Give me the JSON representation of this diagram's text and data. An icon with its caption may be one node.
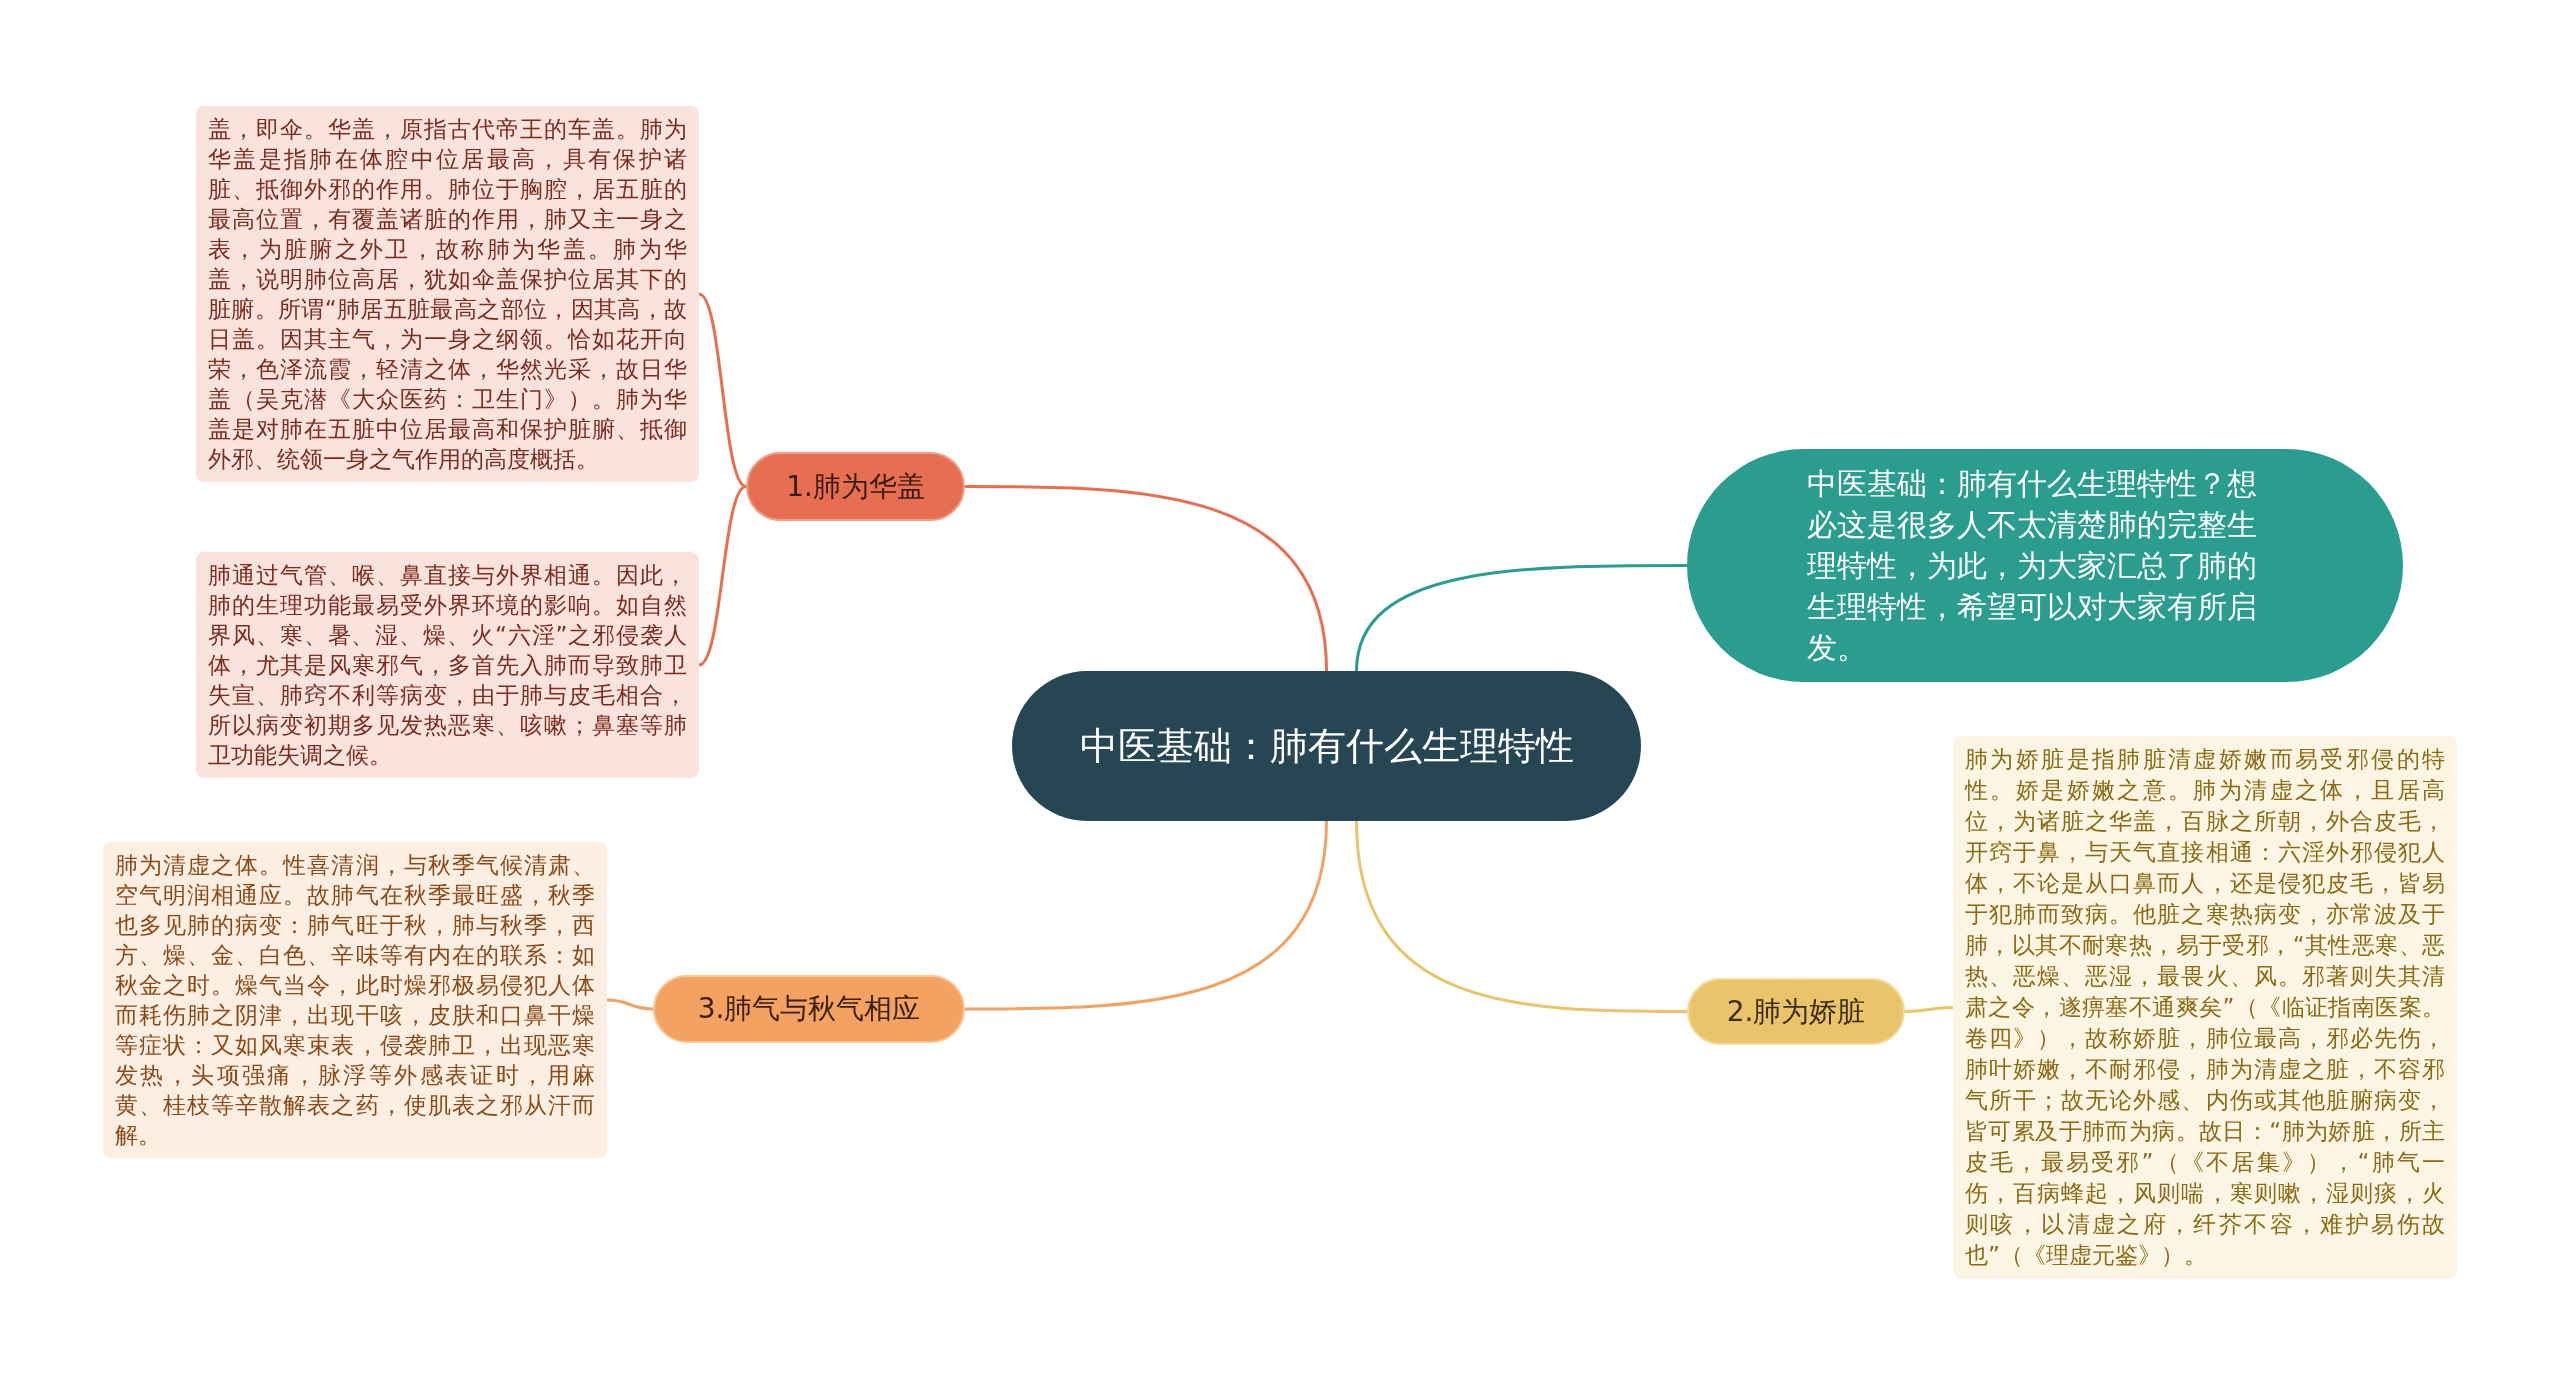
{
  "diagram": {
    "nodes": [
      {
        "text": [
          "中医基础：肺有什么生理特性"
        ]
      },
      {
        "text": [
          "1.肺为华盖"
        ]
      },
      {
        "text": [
          "盖，即伞。华盖，原指古代帝王的车盖。肺为华盖是指肺在体腔中位居最高，具有保护诸脏、抵御外邪的作用。肺位于胸腔，居五脏的最高位置，有覆盖诸脏的作用，肺又主一身之表，为脏腑之外卫，故称肺为华盖。肺为华盖，说明肺位高居，犹如伞盖保护位居其下的脏腑。所谓“肺居五脏最高之部位，因其高，故日盖。因其主气，为一身之纲领。恰如花开向荣，色泽流霞，轻清之体，华然光采，故日华盖（吴克潜《大众医药：卫生门》）。肺为华盖是对肺在五脏中位居最高和保护脏腑、抵御外邪、统领一身之气作用的高度概括。"
        ]
      },
      {
        "text": [
          "肺通过气管、喉、鼻直接与外界相通。因此，肺的生理功能最易受外界环境的影响。如自然界风、寒、暑、湿、燥、火“六淫”之邪侵袭人体，尤其是风寒邪气，多首先入肺而导致肺卫失宣、肺窍不利等病变，由于肺与皮毛相合，所以病变初期多见发热恶寒、咳嗽；鼻塞等肺卫功能失调之候。"
        ]
      },
      {
        "text": [
          "中医基础：肺有什么生理特性？想必这是很多人不太清楚肺的完整生理特性，为此，为大家汇总了肺的生理特性，希望可以对大家有所启发。"
        ]
      },
      {
        "text": [
          "2.肺为娇脏"
        ]
      },
      {
        "text": [
          "肺为娇脏是指肺脏清虚娇嫩而易受邪侵的特性。娇是娇嫩之意。肺为清虚之体，且居高位，为诸脏之华盖，百脉之所朝，外合皮毛，开窍于鼻，与天气直接相通：六淫外邪侵犯人体，不论是从口鼻而人，还是侵犯皮毛，皆易于犯肺而致病。他脏之寒热病变，亦常波及于肺，以其不耐寒热，易于受邪，“其性恶寒、恶热、恶燥、恶湿，最畏火、风。邪著则失其清肃之令，遂痹塞不通爽矣”（《临证指南医案。卷四》），故称娇脏，肺位最高，邪必先伤，肺叶娇嫩，不耐邪侵，肺为清虚之脏，不容邪气所干；故无论外感、内伤或其他脏腑病变，皆可累及于肺而为病。故日：“肺为娇脏，所主皮毛，最易受邪”（《不居集》），“肺气一伤，百病蜂起，风则喘，寒则嗽，湿则痰，火则咳，以清虚之府，纤芥不容，难护易伤故也”（《理虚元鉴》）。"
        ]
      },
      {
        "text": [
          "3.肺气与秋气相应"
        ]
      },
      {
        "text": [
          "肺为清虚之体。性喜清润，与秋季气候清肃、空气明润相通应。故肺气在秋季最旺盛，秋季也多见肺的病变：肺气旺于秋，肺与秋季，西方、燥、金、白色、辛味等有内在的联系：如秋金之时。燥气当令，此时燥邪极易侵犯人体而耗伤肺之阴津，出现干咳，皮肤和口鼻干燥等症状：又如风寒束表，侵袭肺卫，出现恶寒发热，头项强痛，脉浮等外感表证时，用麻黄、桂枝等辛散解表之药，使肌表之邪从汗而解。"
        ]
      }
    ],
    "edges": [
      {
        "from": 0,
        "to": 1,
        "arrow": "none",
        "color": "#e76f51"
      },
      {
        "from": 1,
        "to": 2,
        "arrow": "none",
        "color": "#e76f51"
      },
      {
        "from": 1,
        "to": 3,
        "arrow": "none",
        "color": "#e76f51"
      },
      {
        "from": 0,
        "to": 4,
        "arrow": "none",
        "color": "#2a9d8f"
      },
      {
        "from": 0,
        "to": 5,
        "arrow": "none",
        "color": "#e9c46a"
      },
      {
        "from": 5,
        "to": 6,
        "arrow": "none",
        "color": "#e9c46a"
      },
      {
        "from": 0,
        "to": 7,
        "arrow": "none",
        "color": "#f4a261"
      },
      {
        "from": 7,
        "to": 8,
        "arrow": "none",
        "color": "#f4a261"
      }
    ]
  }
}
